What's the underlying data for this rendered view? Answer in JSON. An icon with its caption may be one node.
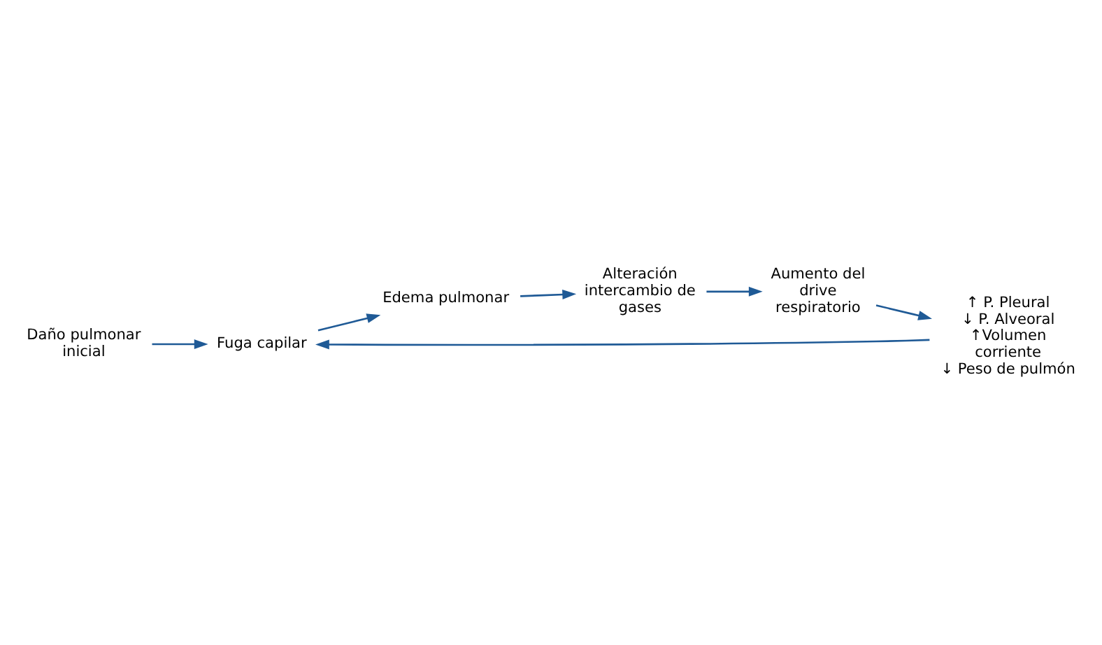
{
  "diagram": {
    "nodes": [
      {
        "text": [
          "Daño pulmonar inicial"
        ]
      },
      {
        "text": [
          "Fuga capilar"
        ]
      },
      {
        "text": [
          "Edema pulmonar"
        ]
      },
      {
        "text": [
          "Alteración intercambio de gases"
        ]
      },
      {
        "text": [
          "Aumento del drive respiratorio"
        ]
      },
      {
        "text": [
          "↑ P. Pleural",
          "↓ P. Alveoral",
          "↑Volumen corriente",
          "↓ Peso de pulmón"
        ]
      }
    ],
    "edges": [
      {
        "from": 0,
        "to": 1,
        "arrow": "to"
      },
      {
        "from": 1,
        "to": 2,
        "arrow": "to"
      },
      {
        "from": 2,
        "to": 3,
        "arrow": "to"
      },
      {
        "from": 3,
        "to": 4,
        "arrow": "to"
      },
      {
        "from": 4,
        "to": 5,
        "arrow": "to"
      },
      {
        "from": 5,
        "to": 1,
        "arrow": "to"
      }
    ]
  }
}
